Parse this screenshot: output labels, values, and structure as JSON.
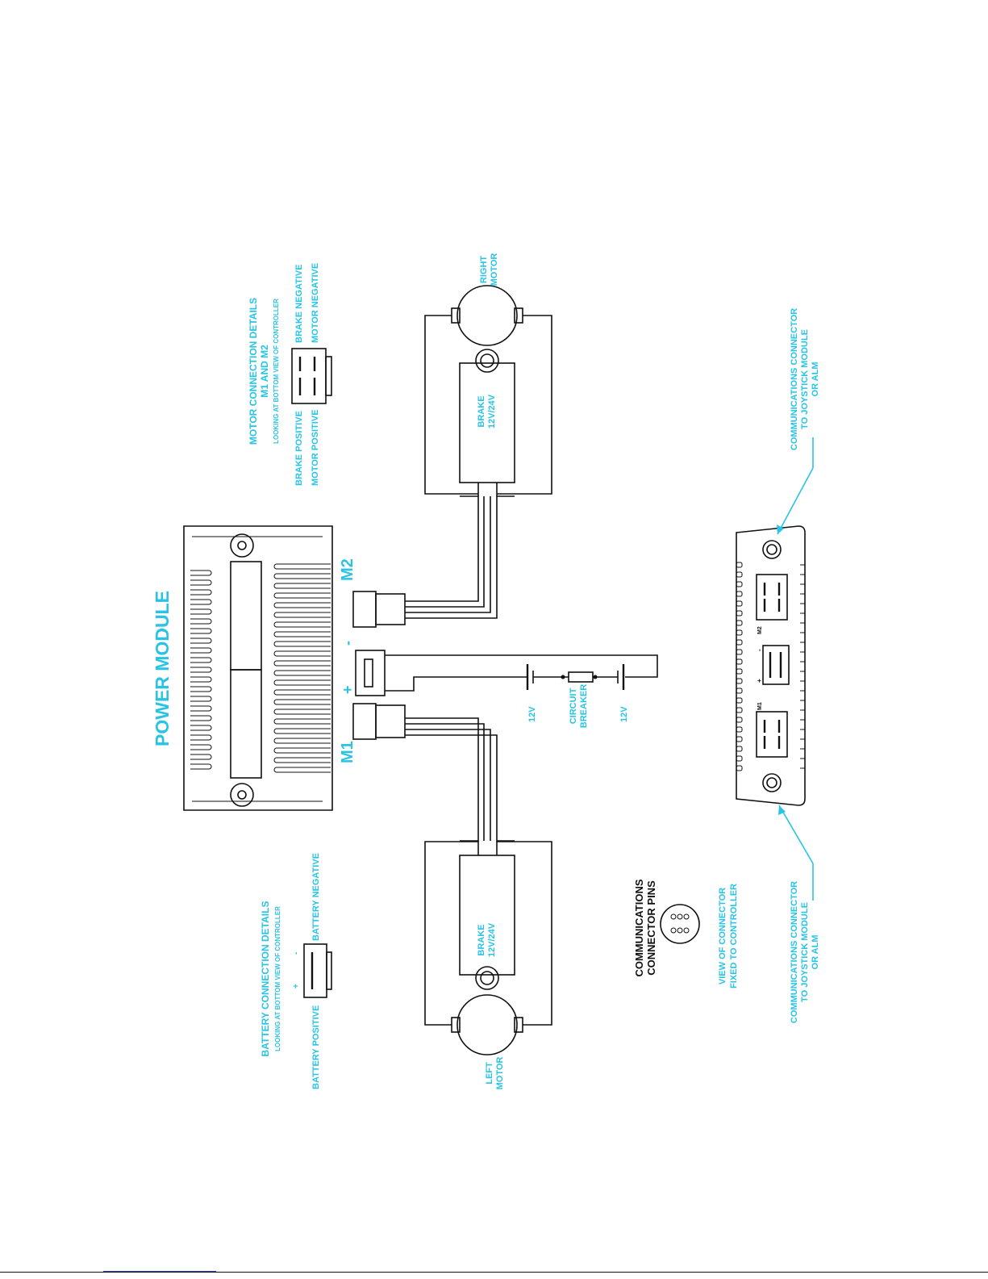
{
  "title": "POWER MODULE",
  "connectors": {
    "m1": "M1",
    "m2": "M2",
    "plus": "+",
    "minus": "-"
  },
  "battery": {
    "v1": "12V",
    "v2": "12V",
    "breaker_line1": "CIRCUIT",
    "breaker_line2": "BREAKER"
  },
  "brake": {
    "line1": "BRAKE",
    "line2": "12V/24V"
  },
  "motors": {
    "right_line1": "RIGHT",
    "right_line2": "MOTOR",
    "left_line1": "LEFT",
    "left_line2": "MOTOR"
  },
  "motor_connection_details": {
    "title": "MOTOR CONNECTION DETAILS",
    "subtitle": "M1 AND M2",
    "note": "LOOKING AT BOTTOM VIEW OF CONTROLLER",
    "brake_positive": "BRAKE POSITIVE",
    "motor_positive": "MOTOR POSITIVE",
    "brake_negative": "BRAKE NEGATIVE",
    "motor_negative": "MOTOR NEGATIVE"
  },
  "battery_connection_details": {
    "title": "BATTERY CONNECTION DETAILS",
    "note": "LOOKING AT BOTTOM VIEW OF CONTROLLER",
    "positive": "BATTERY POSITIVE",
    "negative": "BATTERY NEGATIVE",
    "plus": "+",
    "minus": "-"
  },
  "communications": {
    "pins_title_line1": "COMMUNICATIONS",
    "pins_title_line2": "CONNECTOR PINS",
    "view_line1": "VIEW OF CONNECTOR",
    "view_line2": "FIXED TO CONTROLLER",
    "callout_line1": "COMMUNICATIONS CONNECTOR",
    "callout_line2": "TO JOYSTICK MODULE",
    "callout_line3": "OR ALM"
  },
  "bottom_view_labels": {
    "m1": "M1",
    "m2": "M2",
    "plus": "+",
    "minus": "-"
  },
  "colors": {
    "label": "#27c4e6",
    "line": "#111111"
  }
}
